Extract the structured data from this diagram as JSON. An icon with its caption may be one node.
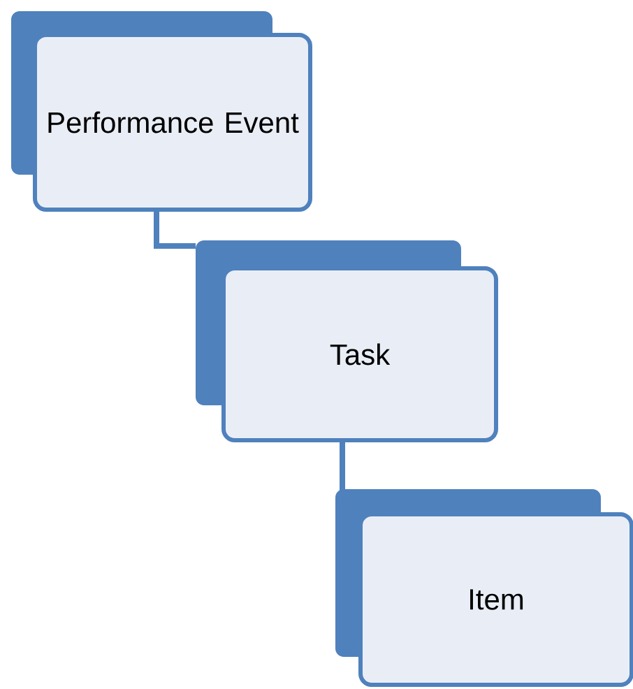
{
  "diagram": {
    "nodes": [
      {
        "text": [
          "Performance Event"
        ]
      },
      {
        "text": [
          "Task"
        ]
      },
      {
        "text": [
          "Item"
        ]
      }
    ],
    "edges": [
      {
        "from": 0,
        "to": 1,
        "arrow": "none"
      },
      {
        "from": 1,
        "to": 2,
        "arrow": "none"
      }
    ]
  }
}
